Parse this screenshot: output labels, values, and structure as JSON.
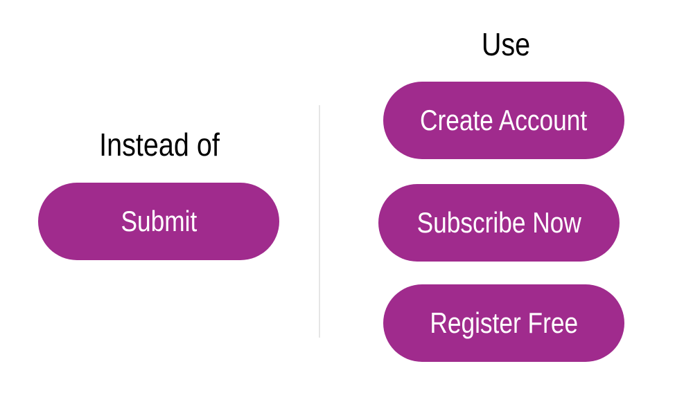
{
  "colors": {
    "button_bg": "#a02b8d",
    "button_text": "#ffffff",
    "divider": "#e6e6e6",
    "heading_text": "#000000"
  },
  "left": {
    "heading": "Instead of",
    "button_label": "Submit"
  },
  "right": {
    "heading": "Use",
    "buttons": [
      {
        "label": "Create Account"
      },
      {
        "label": "Subscribe Now"
      },
      {
        "label": "Register Free"
      }
    ]
  }
}
